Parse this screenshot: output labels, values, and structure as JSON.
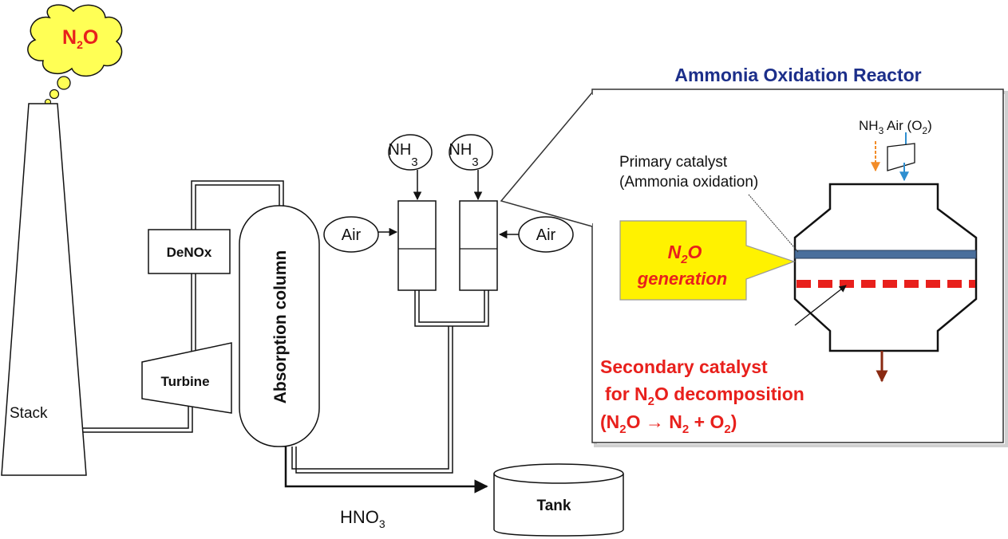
{
  "cloud": {
    "n2o": {
      "main": "N",
      "sub": "2",
      "tail": "O"
    }
  },
  "stack": {
    "label": "Stack"
  },
  "denox": {
    "label": "DeNOx"
  },
  "turbine": {
    "label": "Turbine"
  },
  "absorption": {
    "label": "Absorption column"
  },
  "nh3_left": {
    "main": "NH",
    "sub": "3"
  },
  "nh3_right": {
    "main": "NH",
    "sub": "3"
  },
  "air_left": {
    "label": "Air"
  },
  "air_right": {
    "label": "Air"
  },
  "tank": {
    "label": "Tank"
  },
  "hno3": {
    "main": "HNO",
    "sub": "3"
  },
  "reactor": {
    "title": "Ammonia Oxidation Reactor",
    "inlet": {
      "nh": "NH",
      "nh_sub": "3",
      "air": " Air (O",
      "air_sub": "2",
      "close": ")"
    },
    "primary_line1": "Primary catalyst",
    "primary_line2": "(Ammonia oxidation)",
    "n2o_gen": {
      "n": "N",
      "sub": "2",
      "o": "O",
      "line2": "generation"
    },
    "secondary_line1": "Secondary catalyst",
    "secondary_line2": {
      "pre": "for N",
      "sub": "2",
      "post": "O decomposition"
    },
    "reaction": {
      "open": "(N",
      "s1": "2",
      "mid1": "O → N",
      "s2": "2",
      "mid2": " + O",
      "s3": "2",
      "close": ")"
    }
  },
  "colors": {
    "cloud": "#ffff55",
    "cloud_text": "#e8201c",
    "title": "#1c2f8a",
    "red": "#e8201c",
    "callout": "#fff200",
    "catalyst_blue": "#4a6f9c",
    "orange_arrow": "#f28c28",
    "blue_arrow": "#2f8fd0",
    "outlet_arrow": "#8a2a12"
  }
}
